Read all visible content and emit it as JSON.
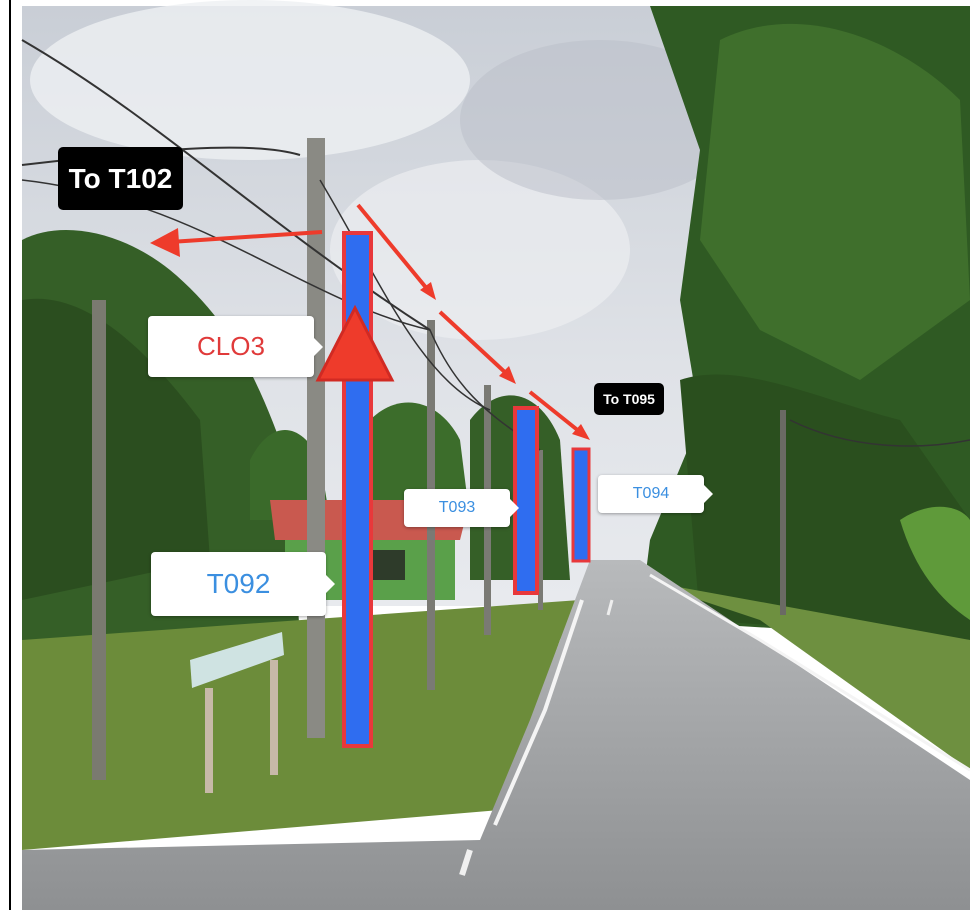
{
  "annotations": {
    "to_t102": "To T102",
    "to_t095": "To T095",
    "clo3": "CLO3",
    "t092": "T092",
    "t093": "T093",
    "t094": "T094"
  },
  "colors": {
    "sky": "#d9dde3",
    "trees": "#3e6b2e",
    "grass": "#6e8f3a",
    "road": "#9a9c9e",
    "pole_marker_fill": "#2f6df0",
    "pole_marker_border": "#e8383b",
    "arrow": "#ee3b2b",
    "callout_blue_text": "#3b8fe0",
    "callout_red_text": "#e03a3a"
  }
}
